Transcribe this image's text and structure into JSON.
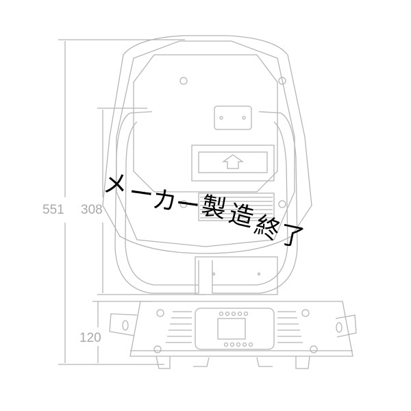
{
  "dimensions": {
    "total_height": "551",
    "head_height": "308",
    "base_height": "120"
  },
  "overlay": {
    "text": "メーカー製造終了",
    "chars": [
      "メ",
      "ー",
      "カ",
      "ー",
      "製",
      "造",
      "終",
      "了"
    ]
  },
  "colors": {
    "line": "#b0b0b0",
    "overlay_text": "#000000"
  }
}
